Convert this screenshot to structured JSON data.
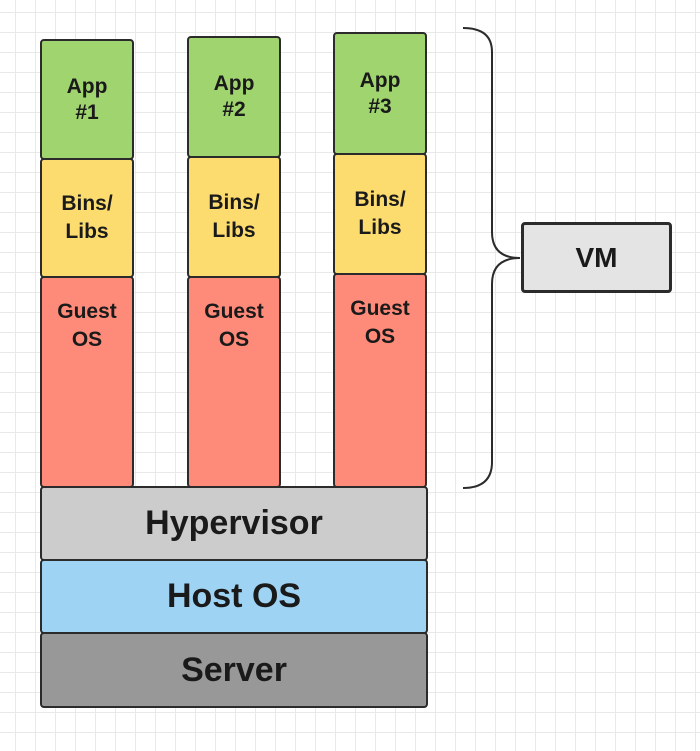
{
  "vms": [
    {
      "app": [
        "App",
        "#1"
      ],
      "libs": [
        "Bins/",
        "Libs"
      ],
      "os": [
        "Guest",
        "OS"
      ]
    },
    {
      "app": [
        "App",
        "#2"
      ],
      "libs": [
        "Bins/",
        "Libs"
      ],
      "os": [
        "Guest",
        "OS"
      ]
    },
    {
      "app": [
        "App",
        "#3"
      ],
      "libs": [
        "Bins/",
        "Libs"
      ],
      "os": [
        "Guest",
        "OS"
      ]
    }
  ],
  "layers": {
    "hypervisor": "Hypervisor",
    "host_os": "Host OS",
    "server": "Server"
  },
  "vm_label": "VM",
  "colors": {
    "app": "#a0d46e",
    "libs": "#fddc6f",
    "guest_os": "#fe8a7a",
    "hypervisor": "#cccccc",
    "host_os": "#9ed3f3",
    "server": "#989898",
    "vm_box": "#e4e4e4"
  }
}
